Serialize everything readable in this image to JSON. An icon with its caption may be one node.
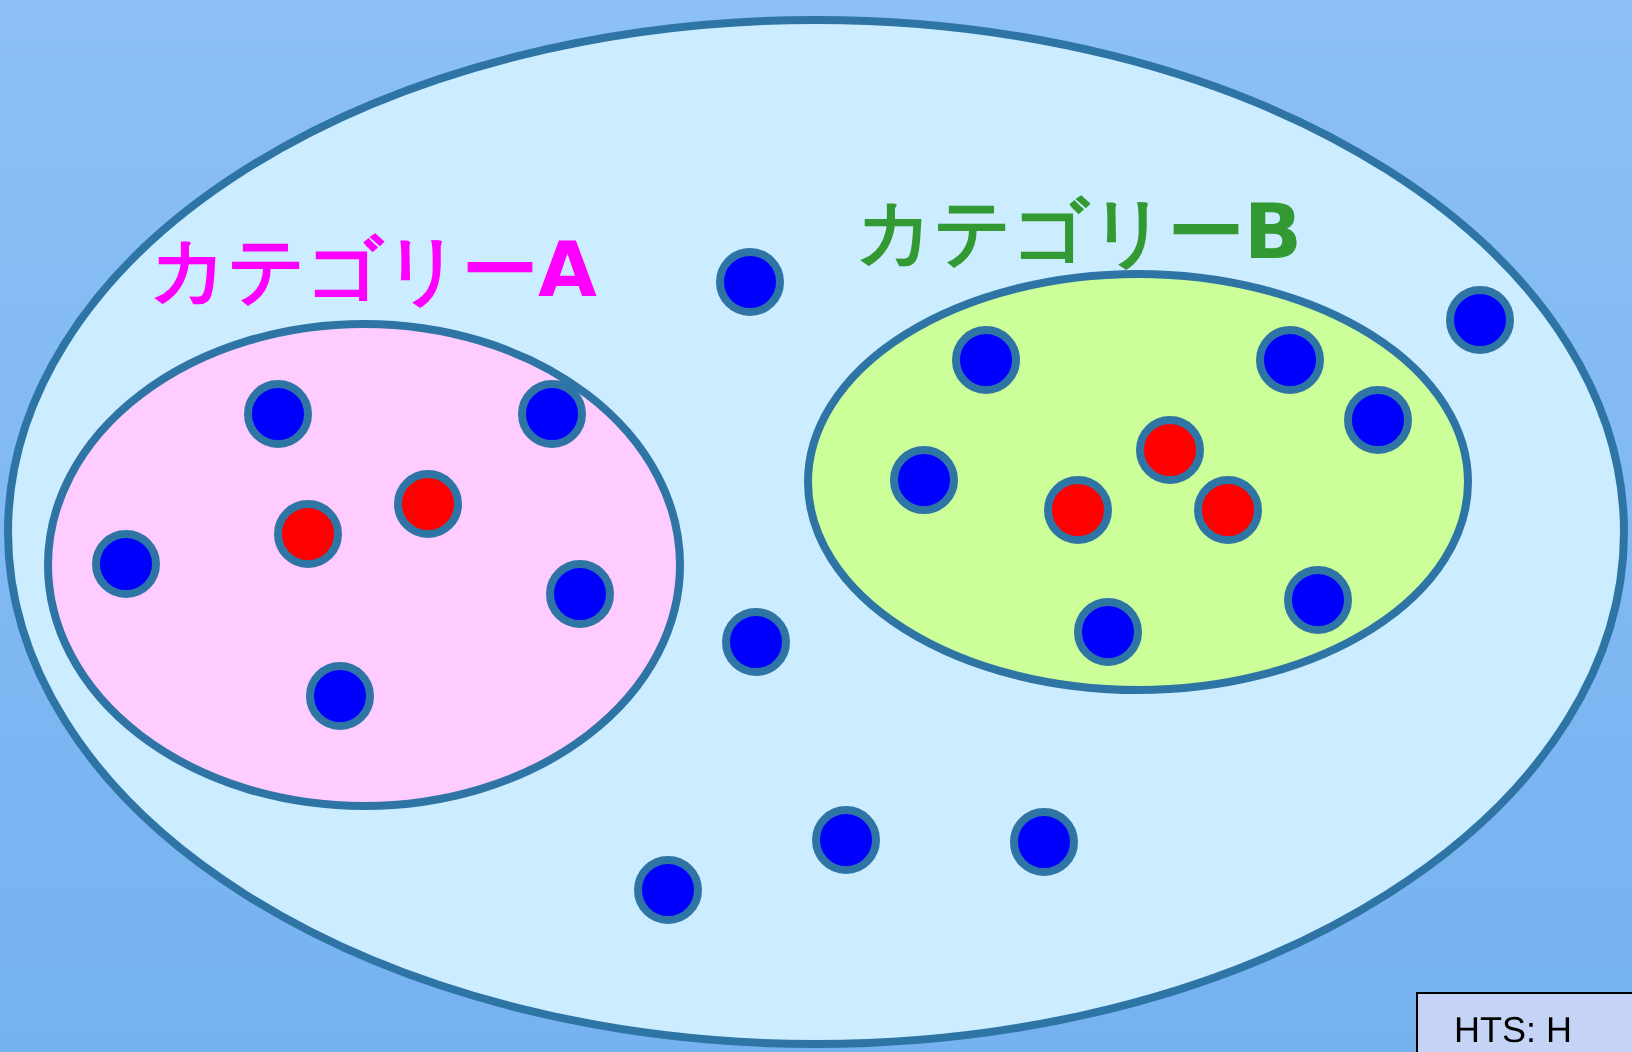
{
  "diagram": {
    "nodes": [
      {
        "text": [],
        "shape": "ellipse"
      },
      {
        "text": [
          "カテゴリーA"
        ],
        "in": 0
      },
      {
        "text": [
          "カテゴリーB"
        ],
        "in": 0
      },
      {
        "text": [],
        "shape": "circle",
        "in": 0
      },
      {
        "text": [],
        "shape": "circle",
        "in": 0
      },
      {
        "text": [],
        "shape": "circle",
        "in": 0
      },
      {
        "text": [],
        "shape": "circle",
        "in": 0
      },
      {
        "text": [],
        "shape": "circle",
        "in": 0
      },
      {
        "text": [],
        "shape": "circle",
        "in": 0
      },
      {
        "text": [],
        "shape": "circle",
        "in": 1
      },
      {
        "text": [],
        "shape": "circle",
        "in": 1
      },
      {
        "text": [],
        "shape": "circle",
        "in": 1
      },
      {
        "text": [],
        "shape": "circle",
        "in": 1
      },
      {
        "text": [],
        "shape": "circle",
        "in": 1
      },
      {
        "text": [],
        "shape": "circle",
        "in": 1
      },
      {
        "text": [],
        "shape": "circle",
        "in": 1
      },
      {
        "text": [],
        "shape": "circle",
        "in": 2
      },
      {
        "text": [],
        "shape": "circle",
        "in": 2
      },
      {
        "text": [],
        "shape": "circle",
        "in": 2
      },
      {
        "text": [],
        "shape": "circle",
        "in": 2
      },
      {
        "text": [],
        "shape": "circle",
        "in": 2
      },
      {
        "text": [],
        "shape": "circle",
        "in": 2
      },
      {
        "text": [],
        "shape": "circle",
        "in": 2
      },
      {
        "text": [],
        "shape": "circle",
        "in": 2
      },
      {
        "text": [],
        "shape": "circle",
        "in": 2
      }
    ],
    "edges": [],
    "labels": [
      "HTS: H"
    ]
  }
}
